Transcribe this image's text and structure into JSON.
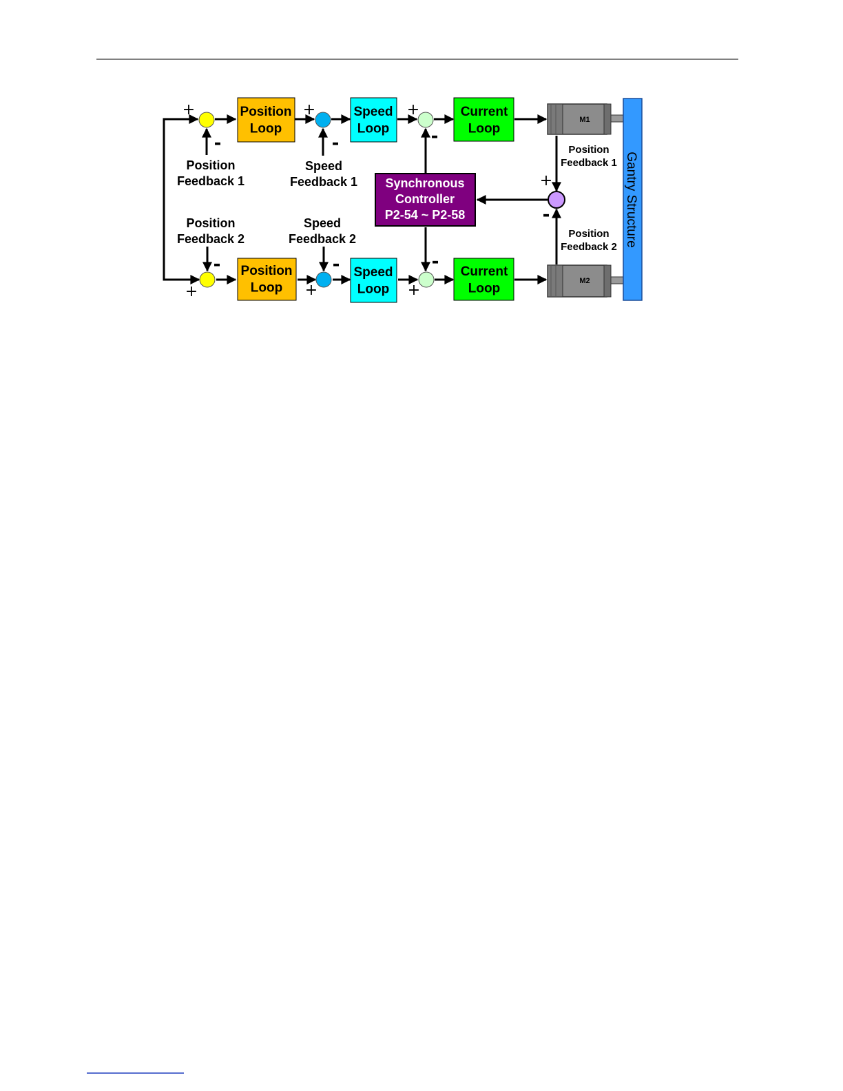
{
  "diagram": {
    "top_axis": {
      "position_loop": "Position\nLoop",
      "speed_loop": "Speed\nLoop",
      "current_loop": "Current\nLoop",
      "motor": "M1",
      "position_feedback_label": "Position\nFeedback 1",
      "speed_feedback_label": "Speed\nFeedback 1",
      "motor_feedback_label": "Position\nFeedback 1"
    },
    "bottom_axis": {
      "position_loop": "Position\nLoop",
      "speed_loop": "Speed\nLoop",
      "current_loop": "Current\nLoop",
      "motor": "M2",
      "position_feedback_label": "Position\nFeedback 2",
      "speed_feedback_label": "Speed\nFeedback 2",
      "motor_feedback_label": "Position\nFeedback 2"
    },
    "sync_controller": "Synchronous\nController\nP2-54 ~ P2-58",
    "gantry": "Gantry Structure",
    "plus": "+",
    "minus": "-",
    "colors": {
      "position_loop": "#FFC000",
      "speed_loop": "#00FFFF",
      "current_loop": "#00FF00",
      "sync_controller": "#7F007F",
      "gantry": "#3399FF",
      "sum_position": "#FFFF00",
      "sum_speed": "#00B0F0",
      "sum_current": "#CCFFCC",
      "sum_sync": "#CC99FF",
      "motor": "#808080"
    }
  }
}
